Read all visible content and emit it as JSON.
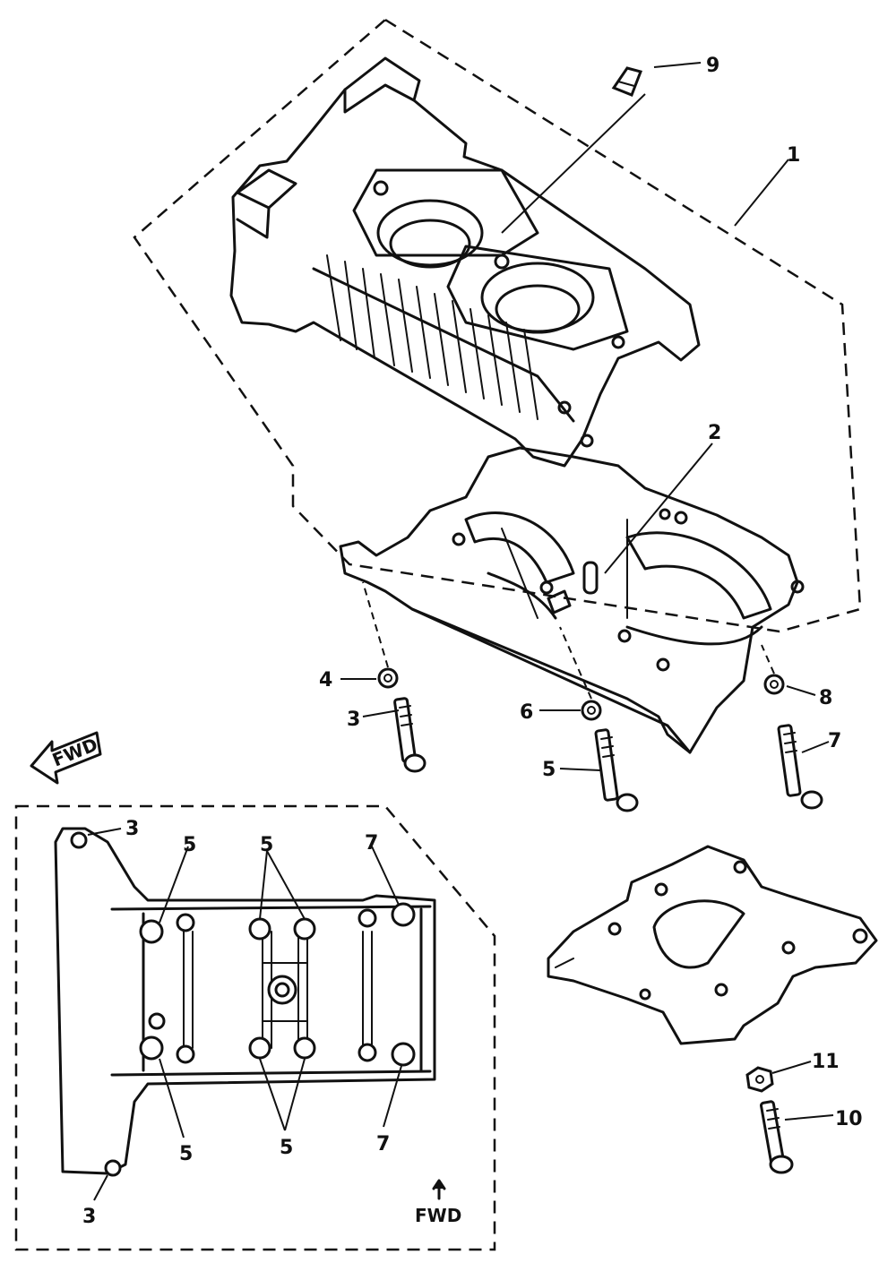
{
  "callouts": {
    "c1": "1",
    "c2": "2",
    "c3a": "3",
    "c4": "4",
    "c5a": "5",
    "c6": "6",
    "c7a": "7",
    "c8": "8",
    "c9": "9",
    "c10": "10",
    "c11": "11",
    "inset_3_top": "3",
    "inset_3_bottom": "3",
    "inset_5_left_top": "5",
    "inset_5_mid_top": "5",
    "inset_5_left_bottom": "5",
    "inset_5_mid_bottom": "5",
    "inset_7_top": "7",
    "inset_7_bottom": "7"
  },
  "fwd": {
    "arrow_label": "FWD",
    "inset_label": "FWD"
  }
}
